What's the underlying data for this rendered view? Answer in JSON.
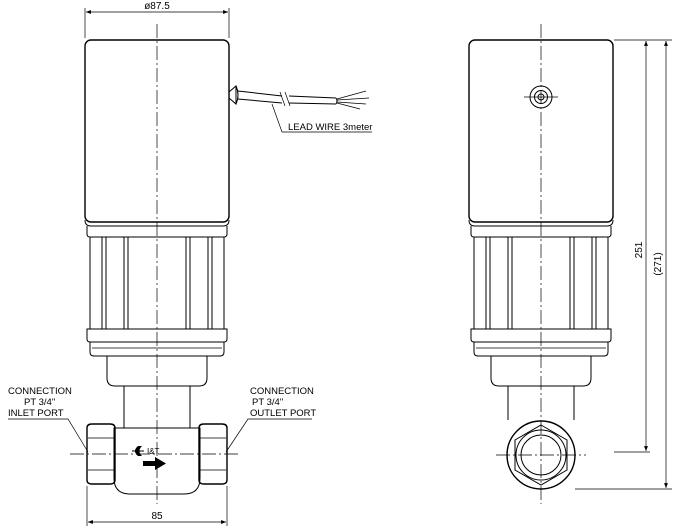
{
  "dimensions": {
    "top_width": "ø87.5",
    "bottom_width": "85",
    "height": "251",
    "height_ref": "(271)"
  },
  "lead_wire": {
    "label": "LEAD WIRE 3meter"
  },
  "inlet": {
    "line1": "CONNECTION",
    "line2": "PT 3/4\"",
    "line3": "INLET PORT"
  },
  "outlet": {
    "line1": "CONNECTION",
    "line2": "PT 3/4\"",
    "line3": "OUTLET PORT"
  },
  "logo": {
    "text": "I&T"
  }
}
